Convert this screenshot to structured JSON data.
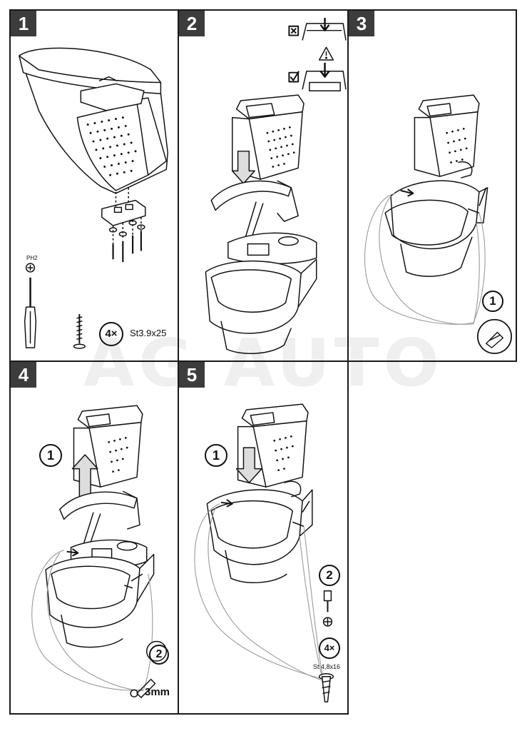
{
  "watermark": "AG AUTO",
  "panels": [
    {
      "number": "1",
      "screwdriver_label": "PH2",
      "quantity": "4×",
      "screw_spec": "St3.9x25"
    },
    {
      "number": "2"
    },
    {
      "number": "3",
      "callout": "1"
    },
    {
      "number": "4",
      "callout_1": "1",
      "callout_2": "2",
      "drill_size": "3mm"
    },
    {
      "number": "5",
      "callout_1": "1",
      "callout_2": "2",
      "quantity": "4×",
      "screw_spec": "St 4,8x16"
    }
  ]
}
